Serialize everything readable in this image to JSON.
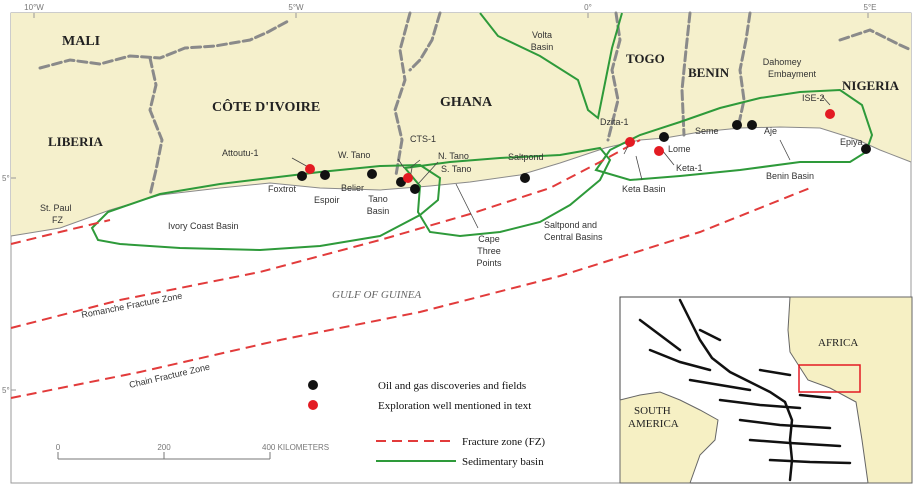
{
  "colors": {
    "land": "#f5f0cc",
    "sea": "#ffffff",
    "basin": "#2e9a3a",
    "fracture": "#e23b3b",
    "border": "#8a8a8a",
    "discovery": "#111111",
    "exploration": "#e31b23",
    "africa_land": "#f6f0c4"
  },
  "graticule": {
    "top": [
      "10°W",
      "5°W",
      "0°",
      "5°E"
    ],
    "left": [
      "5°",
      "5°"
    ]
  },
  "countries": [
    "MALI",
    "CÔTE D'IVOIRE",
    "GHANA",
    "TOGO",
    "BENIN",
    "NIGERIA",
    "LIBERIA"
  ],
  "ocean_label": "GULF OF GUINEA",
  "regions": {
    "volta": [
      "Volta",
      "Basin"
    ],
    "dahomey": [
      "Dahomey",
      "Embayment"
    ],
    "ivory_coast_basin": "Ivory Coast Basin",
    "tano_basin": [
      "Tano",
      "Basin"
    ],
    "saltpond_central": [
      "Saltpond and",
      "Central Basins"
    ],
    "cape_three_points": [
      "Cape",
      "Three",
      "Points"
    ],
    "keta_basin": "Keta Basin",
    "benin_basin": "Benin Basin"
  },
  "fracture_zones": {
    "st_paul": [
      "St. Paul",
      "FZ"
    ],
    "romanche": "Romanche Fracture Zone",
    "chain": "Chain Fracture Zone"
  },
  "wells": {
    "attoutu": "Attoutu-1",
    "foxtrot": "Foxtrot",
    "espoir": "Espoir",
    "belier": "Belier",
    "w_tano": "W. Tano",
    "cts": "CTS-1",
    "n_tano": "N. Tano",
    "s_tano": "S. Tano",
    "saltpond": "Saltpond",
    "dzita": "Dzita-1",
    "lome": "Lome",
    "keta": "Keta-1",
    "seme": "Seme",
    "aje": "Aje",
    "ise": "ISE-2",
    "epiya": "Epiya"
  },
  "legend": {
    "discoveries": "Oil and gas discoveries and fields",
    "exploration": "Exploration well mentioned in text",
    "fracture": "Fracture zone (FZ)",
    "basin": "Sedimentary basin"
  },
  "scale": {
    "labels": [
      "0",
      "200",
      "400 KILOMETERS"
    ]
  },
  "inset": {
    "africa": "AFRICA",
    "south_america": [
      "SOUTH",
      "AMERICA"
    ]
  }
}
